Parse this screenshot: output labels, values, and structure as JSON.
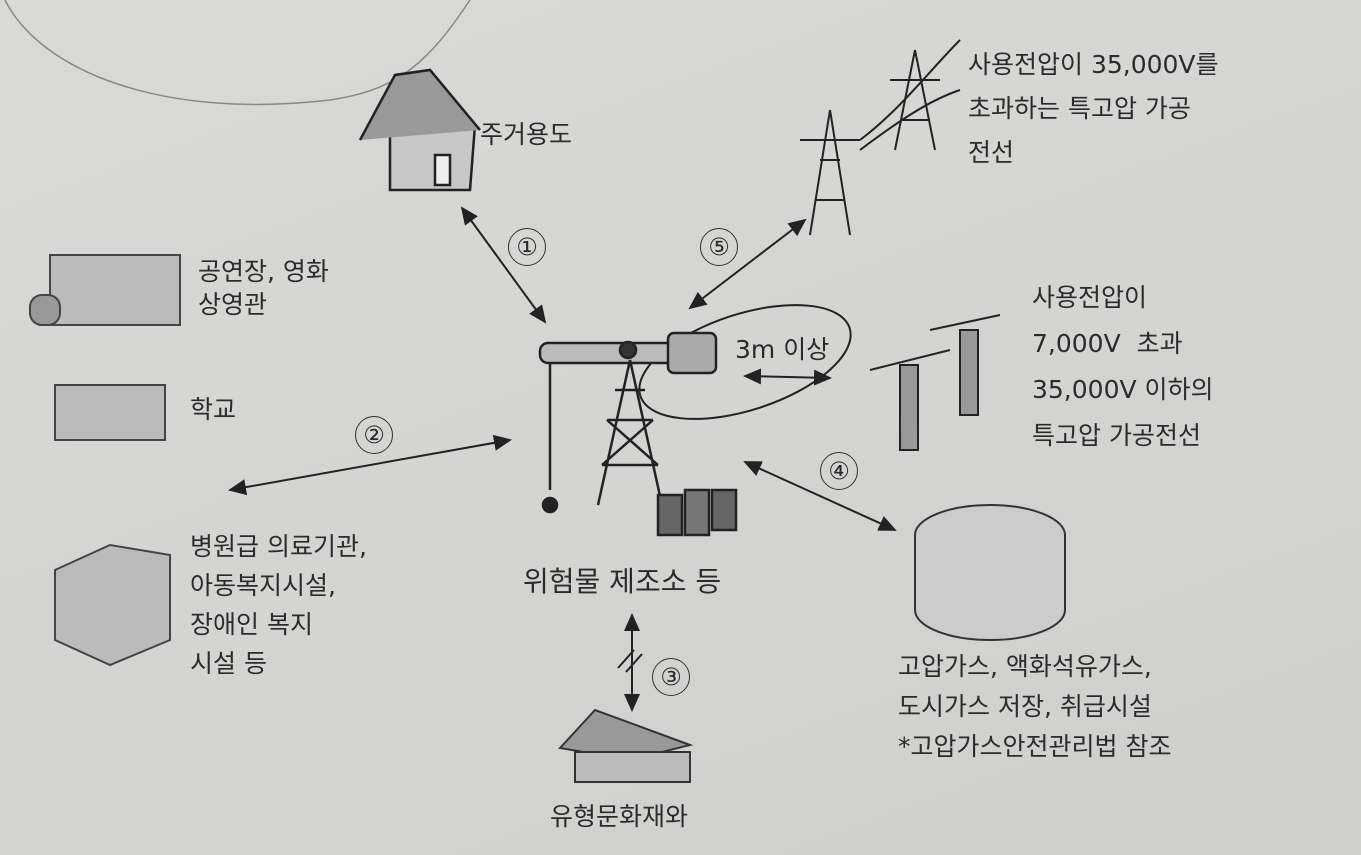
{
  "center": {
    "label": "위험물 제조소 등"
  },
  "distance": {
    "label": "3m 이상"
  },
  "markers": [
    "①",
    "②",
    "③",
    "④",
    "⑤"
  ],
  "targets": {
    "residential": "주거용도",
    "theater": "공연장, 영화\n상영관",
    "school": "학교",
    "hospital": "병원급 의료기관,\n아동복지시설,\n장애인 복지\n시설 등",
    "heritage": "유형문화재와",
    "gas": "고압가스, 액화석유가스,\n도시가스 저장, 취급시설\n*고압가스안전관리법 참조",
    "line_high": "사용전압이 35,000V를\n초과하는 특고압 가공\n전선",
    "line_mid": "사용전압이\n7,000V  초과\n35,000V 이하의\n특고압 가공전선"
  }
}
